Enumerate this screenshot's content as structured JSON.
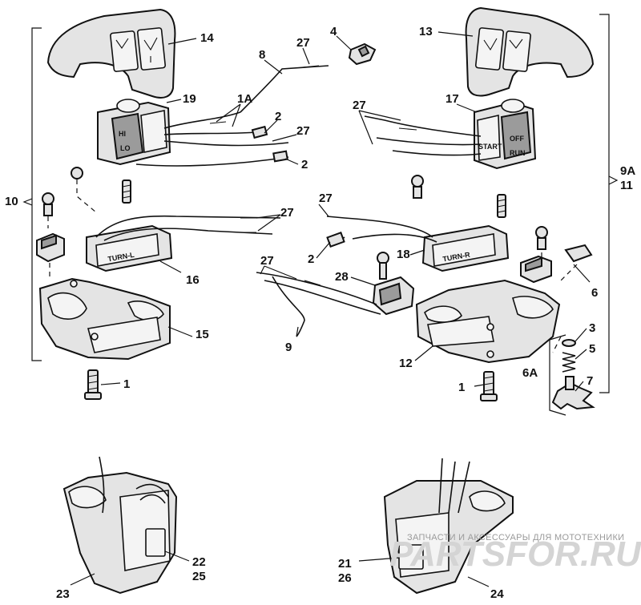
{
  "callouts": {
    "c14": "14",
    "c13": "13",
    "c8": "8",
    "c27": "27",
    "c4": "4",
    "c19": "19",
    "c1a": "1A",
    "c17": "17",
    "c2": "2",
    "c9a": "9A",
    "c11": "11",
    "c10": "10",
    "c16": "16",
    "c18": "18",
    "c28": "28",
    "c6": "6",
    "c15": "15",
    "c9": "9",
    "c12": "12",
    "c3": "3",
    "c5": "5",
    "c6a": "6A",
    "c7": "7",
    "c1": "1",
    "c22": "22",
    "c25": "25",
    "c23": "23",
    "c21": "21",
    "c26": "26",
    "c24": "24"
  },
  "switch_labels": {
    "turn_left": "TURN-L",
    "turn_right": "TURN-R",
    "hi": "HI",
    "lo": "LO",
    "off": "OFF",
    "run": "RUN",
    "start": "START"
  },
  "watermark": {
    "caption": "ЗАПЧАСТИ И АКСЕССУАРЫ ДЛЯ МОТОТЕХНИКИ",
    "logo": "PARTSFOR.RU"
  }
}
